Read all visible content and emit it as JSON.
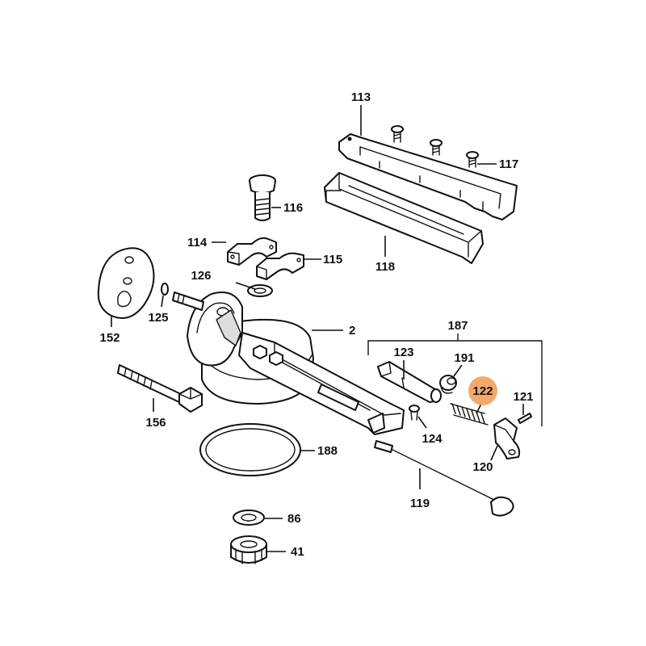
{
  "highlight_color": "#f5a86a",
  "highlighted_part": "122",
  "callouts": {
    "p113": "113",
    "p116": "116",
    "p114": "114",
    "p115": "115",
    "p126": "126",
    "p125": "125",
    "p152": "152",
    "p2": "2",
    "p187": "187",
    "p123": "123",
    "p191": "191",
    "p122": "122",
    "p121": "121",
    "p124": "124",
    "p120": "120",
    "p156": "156",
    "p188": "188",
    "p119": "119",
    "p117": "117",
    "p118": "118",
    "p86": "86",
    "p41": "41"
  }
}
